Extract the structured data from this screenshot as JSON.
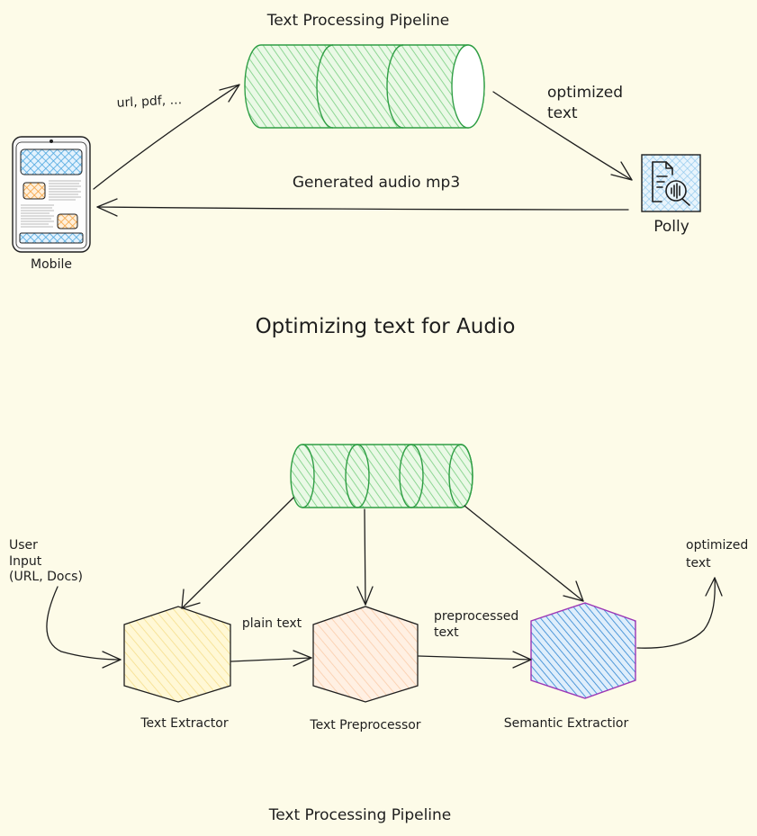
{
  "top_diagram": {
    "pipeline_label": "Text Processing Pipeline",
    "input_label": "url, pdf, ...",
    "optimized_label_line1": "optimized",
    "optimized_label_line2": "text",
    "audio_label": "Generated audio mp3",
    "mobile_label": "Mobile",
    "polly_label": "Polly"
  },
  "section_title": "Optimizing text for Audio",
  "bottom_diagram": {
    "user_input_line1": "User",
    "user_input_line2": "Input",
    "user_input_line3": "(URL, Docs)",
    "plain_text_label": "plain text",
    "preprocessed_line1": "preprocessed",
    "preprocessed_line2": "text",
    "optimized_line1": "optimized",
    "optimized_line2": "text",
    "stages": [
      {
        "label": "Text Extractor",
        "color": "#fff3bf"
      },
      {
        "label": "Text Preprocessor",
        "color": "#ffe8cc"
      },
      {
        "label": "Semantic Extractior",
        "color": "#a5d8ff"
      }
    ]
  },
  "bottom_title": "Text Processing Pipeline",
  "colors": {
    "background": "#fdfbe8",
    "pipeline_fill": "#b2f2bb",
    "pipeline_stroke": "#2f9e44",
    "phone_screen": "#a5d8ff",
    "phone_card": "#ffd8a8",
    "semantic_stroke": "#9c36b5"
  }
}
